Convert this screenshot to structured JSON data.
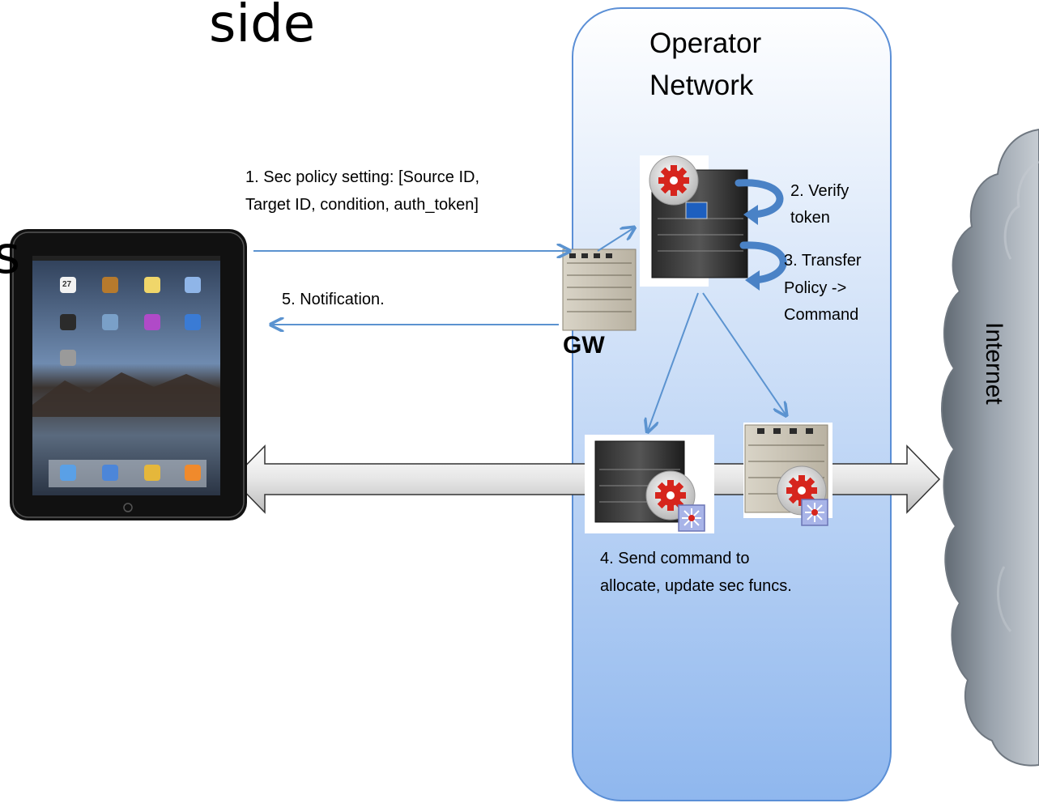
{
  "title_fragment": "side",
  "left_edge_char": "s",
  "operator_label_line1": "Operator",
  "operator_label_line2": "Network",
  "gw_label": "GW",
  "internet_label": "Internet",
  "steps": {
    "s1_line1": "1. Sec policy setting: [Source ID,",
    "s1_line2": "Target ID, condition, auth_token]",
    "s2_line1": "2. Verify",
    "s2_line2": "token",
    "s3_line1": "3. Transfer",
    "s3_line2": "Policy ->",
    "s3_line3": "Command",
    "s4_line1": "4. Send command  to",
    "s4_line2": "allocate, update sec funcs.",
    "s5": "5. Notification."
  },
  "tablet_icons": {
    "calendar_day": "27"
  },
  "colors": {
    "operator_fill_top": "#ffffff",
    "operator_fill_bottom": "#8fb7ee",
    "operator_border": "#5b8fd6",
    "arrow_blue": "#5b93d0",
    "cloud": "#8a939d",
    "tablet_body": "#111111"
  }
}
